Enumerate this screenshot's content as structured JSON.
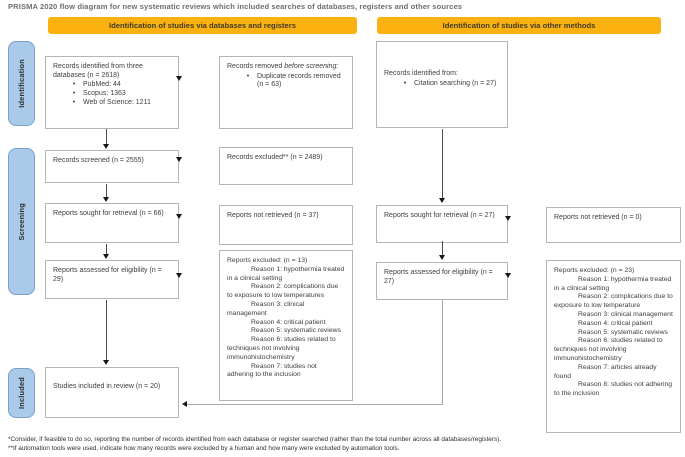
{
  "page_title": "PRISMA 2020 flow diagram for new systematic reviews which included searches of databases, registers and other sources",
  "colors": {
    "header_bg": "#FBB110",
    "sidebar_bg": "#A9CBE9",
    "sidebar_border": "#7BA0C6"
  },
  "column_headers": {
    "databases": "Identification of studies via databases and registers",
    "other_methods": "Identification of studies via other methods"
  },
  "stage_labels": {
    "identification": "Identification",
    "screening": "Screening",
    "included": "Included"
  },
  "boxes": {
    "records_identified_db": {
      "text": "Records identified from three databases (n = 2618)",
      "bullets": [
        "PubMed: 44",
        "Scopus: 1363",
        "Web of Science: 1211"
      ]
    },
    "records_removed": {
      "text": "Records removed",
      "emphasis": "before screening:",
      "bullets": [
        "Duplicate records removed (n = 63)"
      ]
    },
    "records_identified_other": {
      "text": "Records identified from:",
      "bullets": [
        "Citation searching (n = 27)"
      ]
    },
    "records_screened": "Records screened (n = 2555)",
    "records_excluded": "Records excluded** (n = 2489)",
    "reports_sought_db": "Reports sought for retrieval (n = 66)",
    "reports_not_retrieved_db": "Reports not retrieved (n = 37)",
    "reports_assessed_db": "Reports assessed for eligibility (n = 29)",
    "reports_sought_other": "Reports sought for retrieval (n = 27)",
    "reports_not_retrieved_other": "Reports not retrieved (n = 0)",
    "reports_assessed_other": "Reports assessed for eligibility (n = 27)",
    "studies_included": "Studies included in review (n = 20)",
    "reports_excluded_db": {
      "title": "Reports excluded: (n = 13)",
      "reasons": [
        "Reason 1: hypothermia treated in a clinical setting",
        "Reason 2: complications due to exposure to low temperatures",
        "Reason 3: clinical management",
        "Reason 4: critical patient",
        "Reason 5: systematic reviews",
        "Reason 6: studies related to techniques not involving immunohistochemistry",
        "Reason 7: studies not adhering to the inclusion"
      ]
    },
    "reports_excluded_other": {
      "title": "Reports excluded: (n = 23)",
      "reasons": [
        "Reason 1: hypothermia treated in a clinical setting",
        "Reason 2: complications due to exposure to low temperature",
        "Reason 3: clinical management",
        "Reason 4: critical patient",
        "Reason 5: systematic reviews",
        "Reason 6: studies related to techniques not involving immunohistochemistry",
        "Reason 7: articles already found",
        "Reason 8: studies not adhering to the inclusion"
      ]
    }
  },
  "footnotes": [
    "*Consider, if feasible to do so, reporting the number of records identified from each database or register searched (rather than the total number across all databases/registers).",
    "**If automation tools were used, indicate how many records were excluded by a human and how many were excluded by automation tools."
  ]
}
